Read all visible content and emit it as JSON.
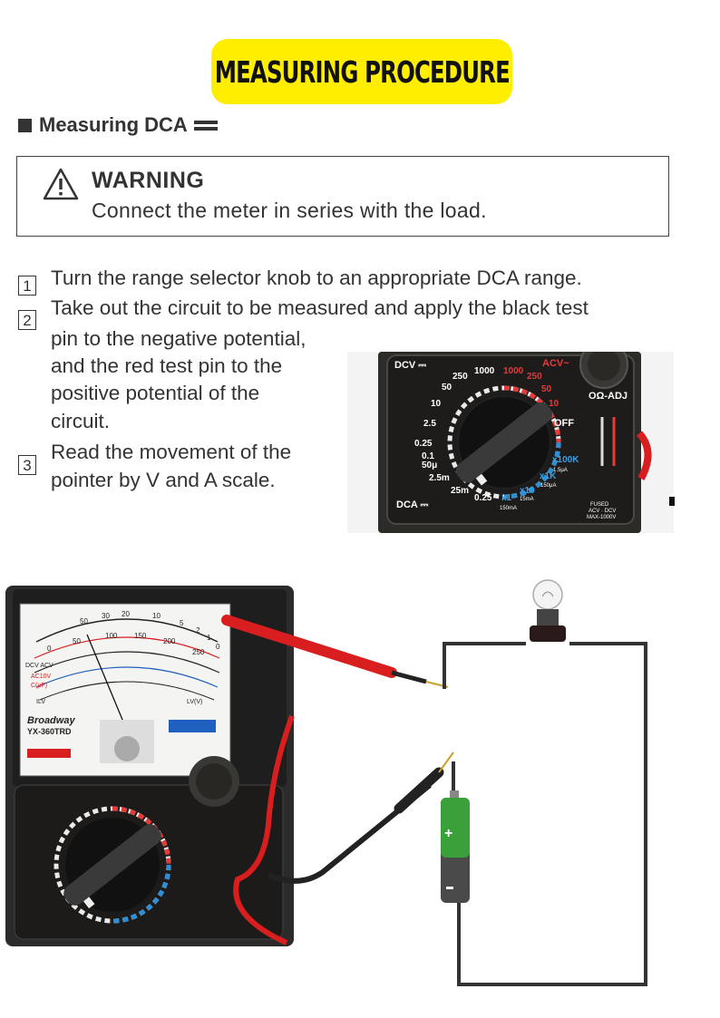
{
  "banner": {
    "title": "MEASURING PROCEDURE"
  },
  "section": {
    "title": "Measuring DCA"
  },
  "warning": {
    "title": "WARNING",
    "text": "Connect the meter in series with the load."
  },
  "steps": [
    {
      "number": "1",
      "lines": [
        "Turn the range selector knob to an appropriate DCA range."
      ]
    },
    {
      "number": "2",
      "lines": [
        "Take out the circuit to be measured and apply the black test",
        "pin to the negative potential,",
        "and the red test pin to the",
        "positive potential of the",
        "circuit."
      ]
    },
    {
      "number": "3",
      "lines": [
        "Read the movement of the",
        "pointer by V and A scale."
      ]
    }
  ],
  "selector_photo": {
    "labels": {
      "dcv": "DCV ⎓",
      "acv": "ACV~",
      "dca": "DCA ⎓",
      "ohm_adj": "OΩ-ADJ",
      "off": "OFF",
      "fused": "FUSED",
      "fused_sub": "ACV · DCV",
      "max": "MAX-1000V"
    },
    "dcv_ranges": [
      "1000",
      "250",
      "50",
      "10",
      "2.5",
      "0.25",
      "0.1",
      "50μ"
    ],
    "acv_ranges": [
      "1000",
      "250",
      "50",
      "10"
    ],
    "dca_ranges": [
      "2.5m",
      "25m",
      "0.25"
    ],
    "ohm_ranges": [
      "x100K",
      "x1K",
      "x10",
      "x1"
    ],
    "ohm_sub": [
      "1.5μA",
      "150μA",
      "15mA",
      "150mA"
    ]
  },
  "meter": {
    "brand": "Broadway",
    "model": "YX-360TRD",
    "scale_numbers": [
      "50",
      "30",
      "20",
      "10",
      "5",
      "2",
      "1",
      "0"
    ],
    "volt_numbers": [
      "0",
      "50",
      "100",
      "150",
      "200",
      "250"
    ],
    "labels": {
      "dcv_acv": "DCV ACV",
      "ac10v": "AC10V",
      "cuf": "C(μF)",
      "ilv": "ILV",
      "lv": "LV(V)"
    }
  },
  "colors": {
    "banner": "#ffee00",
    "meter_body": "#2b2b2b",
    "red_lead": "#d81e1e",
    "battery_green": "#3aa13a"
  }
}
